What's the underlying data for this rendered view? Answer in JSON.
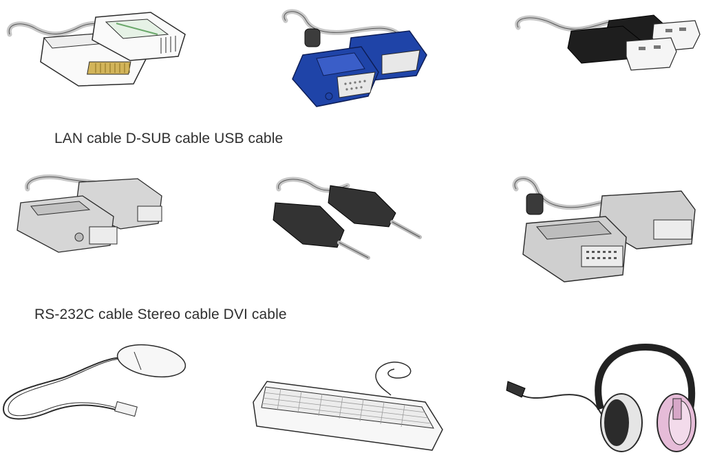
{
  "captions": {
    "row1": "LAN cable D-SUB cable USB cable",
    "row2": "RS-232C cable Stereo cable DVI cable"
  },
  "colors": {
    "dsub_blue": "#1f44a8",
    "usb_black": "#1e1e1e",
    "stereo_black": "#333333",
    "outline": "#2a2a2a",
    "headphone_pink": "#e6bcd8",
    "lan_gold": "#d2b45a"
  },
  "items": [
    {
      "name": "lan-cable-image"
    },
    {
      "name": "dsub-cable-image"
    },
    {
      "name": "usb-cable-image"
    },
    {
      "name": "rs232c-cable-image"
    },
    {
      "name": "stereo-cable-image"
    },
    {
      "name": "dvi-cable-image"
    },
    {
      "name": "mouse-image"
    },
    {
      "name": "keyboard-image"
    },
    {
      "name": "headphones-image"
    }
  ]
}
